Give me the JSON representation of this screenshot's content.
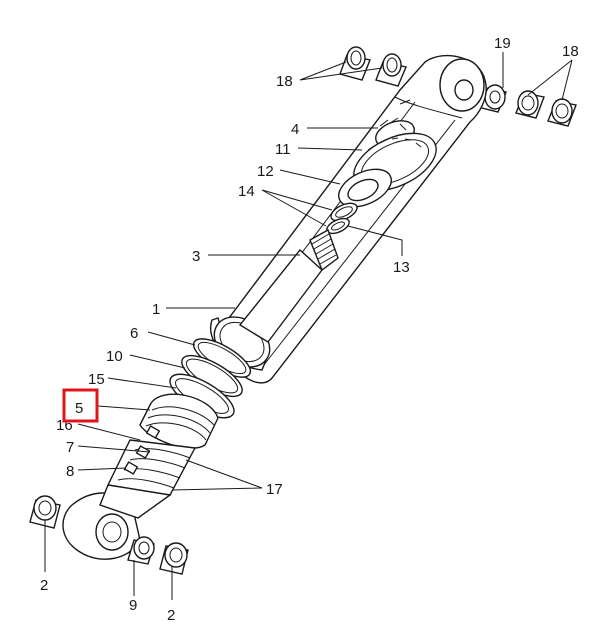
{
  "highlight_color": "#e0141b",
  "highlighted_callout": "5",
  "callouts": {
    "c1": "1",
    "c2a": "2",
    "c2b": "2",
    "c3": "3",
    "c4": "4",
    "c5": "5",
    "c6": "6",
    "c7": "7",
    "c8": "8",
    "c9": "9",
    "c10": "10",
    "c11": "11",
    "c12": "12",
    "c13": "13",
    "c14": "14",
    "c15": "15",
    "c16": "16",
    "c17": "17",
    "c18a": "18",
    "c18b": "18",
    "c19": "19"
  }
}
